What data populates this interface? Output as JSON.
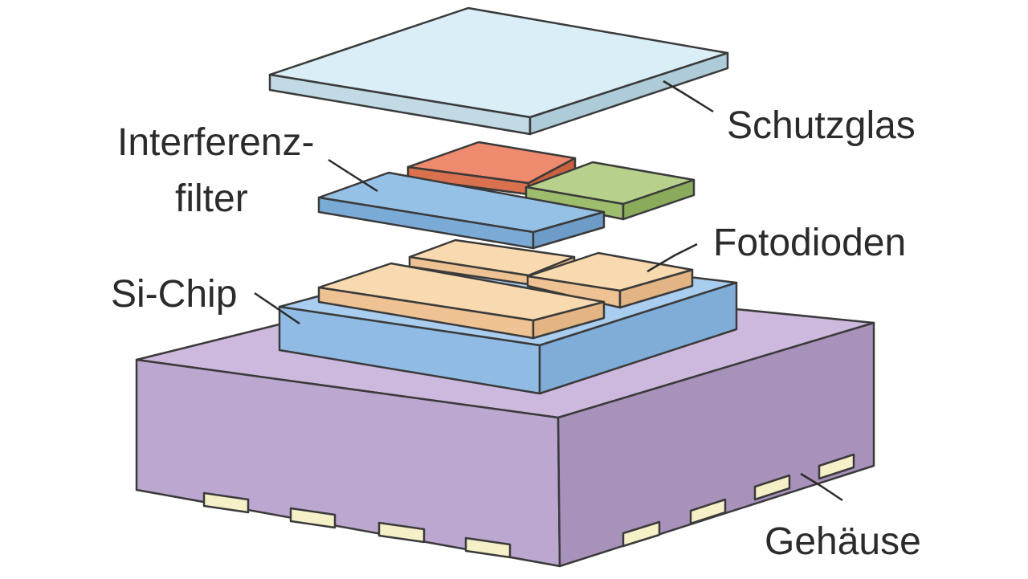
{
  "labels": {
    "schutzglas": "Schutzglas",
    "interferenz_line1": "Interferenz-",
    "interferenz_line2": "filter",
    "fotodioden": "Fotodioden",
    "si_chip": "Si-Chip",
    "gehaeuse": "Gehäuse"
  },
  "colors": {
    "glass_top": "#d9eef7",
    "glass_side": "#b9d3e0",
    "filter_red": "#ee8a6e",
    "filter_green": "#b7d08c",
    "filter_blue": "#96c1e6",
    "photodiode": "#f8d2a4",
    "chip": "#98c3ea",
    "housing_top": "#cdb9de",
    "housing_side": "#b09ec5",
    "pad": "#f6f0c8"
  }
}
